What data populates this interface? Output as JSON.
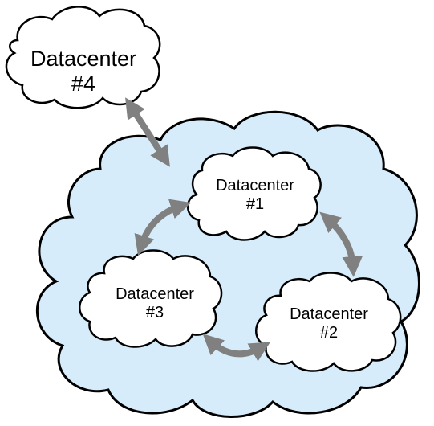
{
  "datacenters": [
    {
      "id": "dc4",
      "line1": "Datacenter",
      "line2": "#4"
    },
    {
      "id": "dc1",
      "line1": "Datacenter",
      "line2": "#1"
    },
    {
      "id": "dc2",
      "line1": "Datacenter",
      "line2": "#2"
    },
    {
      "id": "dc3",
      "line1": "Datacenter",
      "line2": "#3"
    }
  ],
  "colors": {
    "outer_cloud_fill": "#d6ecfa",
    "cloud_stroke": "#000000",
    "inner_cloud_fill": "#ffffff",
    "arrow": "#808080"
  },
  "connections": [
    {
      "from": "dc4",
      "to": "dc1"
    },
    {
      "from": "dc1",
      "to": "dc2"
    },
    {
      "from": "dc2",
      "to": "dc3"
    },
    {
      "from": "dc3",
      "to": "dc1"
    }
  ]
}
